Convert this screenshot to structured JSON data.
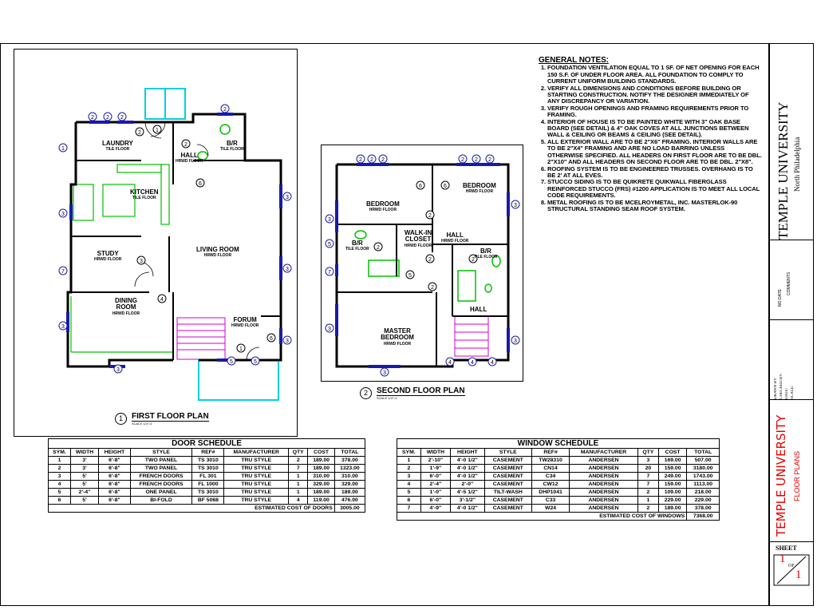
{
  "general_notes": {
    "heading": "GENERAL NOTES:",
    "items": [
      "FOUNDATION VENTILATION EQUAL TO 1 SF. OF NET OPENING FOR EACH 150 S.F. OF UNDER FLOOR AREA. ALL FOUNDATION TO COMPLY TO CURRENT UNIFORM BUILDING STANDARDS.",
      "VERIFY ALL DIMENSIONS AND CONDITIONS BEFORE BUILDING OR STARTING CONSTRUCTION. NOTIFY THE DESIGNER IMMEDIATELY OF ANY DISCREPANCY OR VARIATION.",
      "VERIFY ROUGH OPENINGS AND FRAMING REQUIREMENTS PRIOR TO FRAMING.",
      "INTERIOR OF HOUSE IS TO BE PAINTED WHITE WITH 3\" OAK BASE BOARD (SEE DETAIL) & 4\" OAK COVES AT ALL JUNCTIONS BETWEEN WALL & CEILING OR BEAMS & CEILING (SEE DETAIL).",
      "ALL EXTERIOR WALL ARE TO BE 2\"X6\" FRAMING. INTERIOR WALLS ARE TO BE 2\"X4\" FRAMING AND ARE NO LOAD BARRING UNLESS OTHERWISE SPECIFIED. ALL HEADERS ON FIRST FLOOR ARE TO BE DBL. 2\"X10\" AND ALL HEADERS ON SECOND FLOOR ARE TO BE DBL. 2\"X8\".",
      "ROOFING SYSTEM IS TO BE ENGINEERED TRUSSES. OVERHANG IS TO BE 2' AT ALL EVES.",
      "STUCCO SIDING IS TO BE QUIKRETE QUIKWALL FIBERGLASS REINFORCED STUCCO (FRS) #1200 APPLICATION IS TO MEET ALL LOCAL CODE REQUIREMENTS.",
      "METAL ROOFING IS TO BE MCELROYMETAL, INC. MASTERLOK-90 STRUCTURAL STANDING SEAM ROOF SYSTEM."
    ]
  },
  "first_floor": {
    "number": "1",
    "title": "FIRST FLOOR PLAN",
    "scale": "SCALE 1/4\"=1'",
    "rooms": [
      {
        "name": "LAUNDRY",
        "floor": "TILE FLOOR"
      },
      {
        "name": "B/R",
        "floor": "TILE FLOOR"
      },
      {
        "name": "HALL",
        "floor": "HRWD FLOOR"
      },
      {
        "name": "KITCHEN",
        "floor": "TILE FLOOR"
      },
      {
        "name": "LIVING ROOM",
        "floor": "HRWD FLOOR"
      },
      {
        "name": "STUDY",
        "floor": "HRWD FLOOR"
      },
      {
        "name": "DINING ROOM",
        "floor": "HRWD FLOOR"
      },
      {
        "name": "FORUM",
        "floor": "HRWD FLOOR"
      }
    ]
  },
  "second_floor": {
    "number": "2",
    "title": "SECOND FLOOR PLAN",
    "scale": "SCALE 1/4\"=1'",
    "rooms": [
      {
        "name": "BEDROOM",
        "floor": "HRWD FLOOR"
      },
      {
        "name": "BEDROOM",
        "floor": "HRWD FLOOR"
      },
      {
        "name": "WALK-IN CLOSET",
        "floor": "HRWD FLOOR"
      },
      {
        "name": "HALL",
        "floor": "HRWD FLOOR"
      },
      {
        "name": "B/R",
        "floor": "TILE FLOOR"
      },
      {
        "name": "B/R",
        "floor": "TILE FLOOR"
      },
      {
        "name": "MASTER BEDROOM",
        "floor": "HRWD FLOOR"
      },
      {
        "name": "HALL",
        "floor": ""
      }
    ]
  },
  "door_schedule": {
    "title": "DOOR SCHEDULE",
    "headers": [
      "SYM.",
      "WIDTH",
      "HEIGHT",
      "STYLE",
      "REF#",
      "MANUFACTURER",
      "QTY",
      "COST",
      "TOTAL"
    ],
    "rows": [
      [
        "1",
        "3'",
        "6'-8\"",
        "TWO PANEL",
        "TS 3010",
        "TRU STYLE",
        "2",
        "189.00",
        "378.00"
      ],
      [
        "2",
        "3'",
        "6'-8\"",
        "TWO PANEL",
        "TS 3010",
        "TRU STYLE",
        "7",
        "189.00",
        "1323.00"
      ],
      [
        "3",
        "5'",
        "6'-8\"",
        "FRENCH DOORS",
        "FL 301",
        "TRU STYLE",
        "1",
        "310.00",
        "310.00"
      ],
      [
        "4",
        "5'",
        "6'-8\"",
        "FRENCH DOORS",
        "FL 1000",
        "TRU STYLE",
        "1",
        "329.00",
        "329.00"
      ],
      [
        "5",
        "2'-4\"",
        "6'-8\"",
        "ONE PANEL",
        "TS 3010",
        "TRU STYLE",
        "1",
        "189.00",
        "189.00"
      ],
      [
        "6",
        "5'",
        "6'-8\"",
        "BI-FOLD",
        "BF 5068",
        "TRU STYLE",
        "4",
        "119.00",
        "476.00"
      ]
    ],
    "total_label": "ESTIMATED COST OF DOORS",
    "total_value": "3005.00"
  },
  "window_schedule": {
    "title": "WINDOW SCHEDULE",
    "headers": [
      "SYM.",
      "WIDTH",
      "HEIGHT",
      "STYLE",
      "REF#",
      "MANUFACTURER",
      "QTY",
      "COST",
      "TOTAL"
    ],
    "rows": [
      [
        "1",
        "2'-10\"",
        "4'-0 1/2\"",
        "CASEMENT",
        "TW28310",
        "ANDERSEN",
        "3",
        "169.00",
        "507.00"
      ],
      [
        "2",
        "1'-9\"",
        "4'-0 1/2\"",
        "CASEMENT",
        "CN14",
        "ANDERSEN",
        "20",
        "159.00",
        "3180.00"
      ],
      [
        "3",
        "6'-0\"",
        "4'-0 1/2\"",
        "CASEMENT",
        "C34",
        "ANDERSEN",
        "7",
        "249.00",
        "1743.00"
      ],
      [
        "4",
        "2'-4\"",
        "2'-0\"",
        "CASEMENT",
        "CW12",
        "ANDERSEN",
        "7",
        "159.00",
        "1113.00"
      ],
      [
        "5",
        "1'-0\"",
        "4'-5 1/2\"",
        "TILT-WASH",
        "DHP1041",
        "ANDERSEN",
        "2",
        "109.00",
        "218.00"
      ],
      [
        "6",
        "6'-0\"",
        "3'-1/2\"",
        "CASEMENT",
        "C33",
        "ANDERSEN",
        "1",
        "229.00",
        "229.00"
      ],
      [
        "7",
        "4'-9\"",
        "4'-0 1/2\"",
        "CASEMENT",
        "W24",
        "ANDERSEN",
        "2",
        "189.00",
        "378.00"
      ]
    ],
    "total_label": "ESTIMATED COST OF WINDOWS",
    "total_value": "7368.00"
  },
  "title_block": {
    "university": "TEMPLE UNIVERSITY",
    "location": "North Philadelphia",
    "comments": "COMMENTS",
    "date": "DATE",
    "no": "NO.",
    "drawn_by": "DRAWN BY:",
    "checked_by": "CHECKED BY:",
    "date_label": "DATE:",
    "scale_label": "SCALE:",
    "logo_text": "TEMPLE UNIVERSITY",
    "sheet_title": "FLOOR PLANS",
    "sheet_label": "SHEET",
    "sheet_num": "1",
    "sheet_of": "OF",
    "sheet_total": "1"
  },
  "colors": {
    "wall": "#000000",
    "window": "#1a1aa8",
    "tile": "#00c000",
    "porch": "#00d0e0",
    "stair": "#d000d0"
  }
}
